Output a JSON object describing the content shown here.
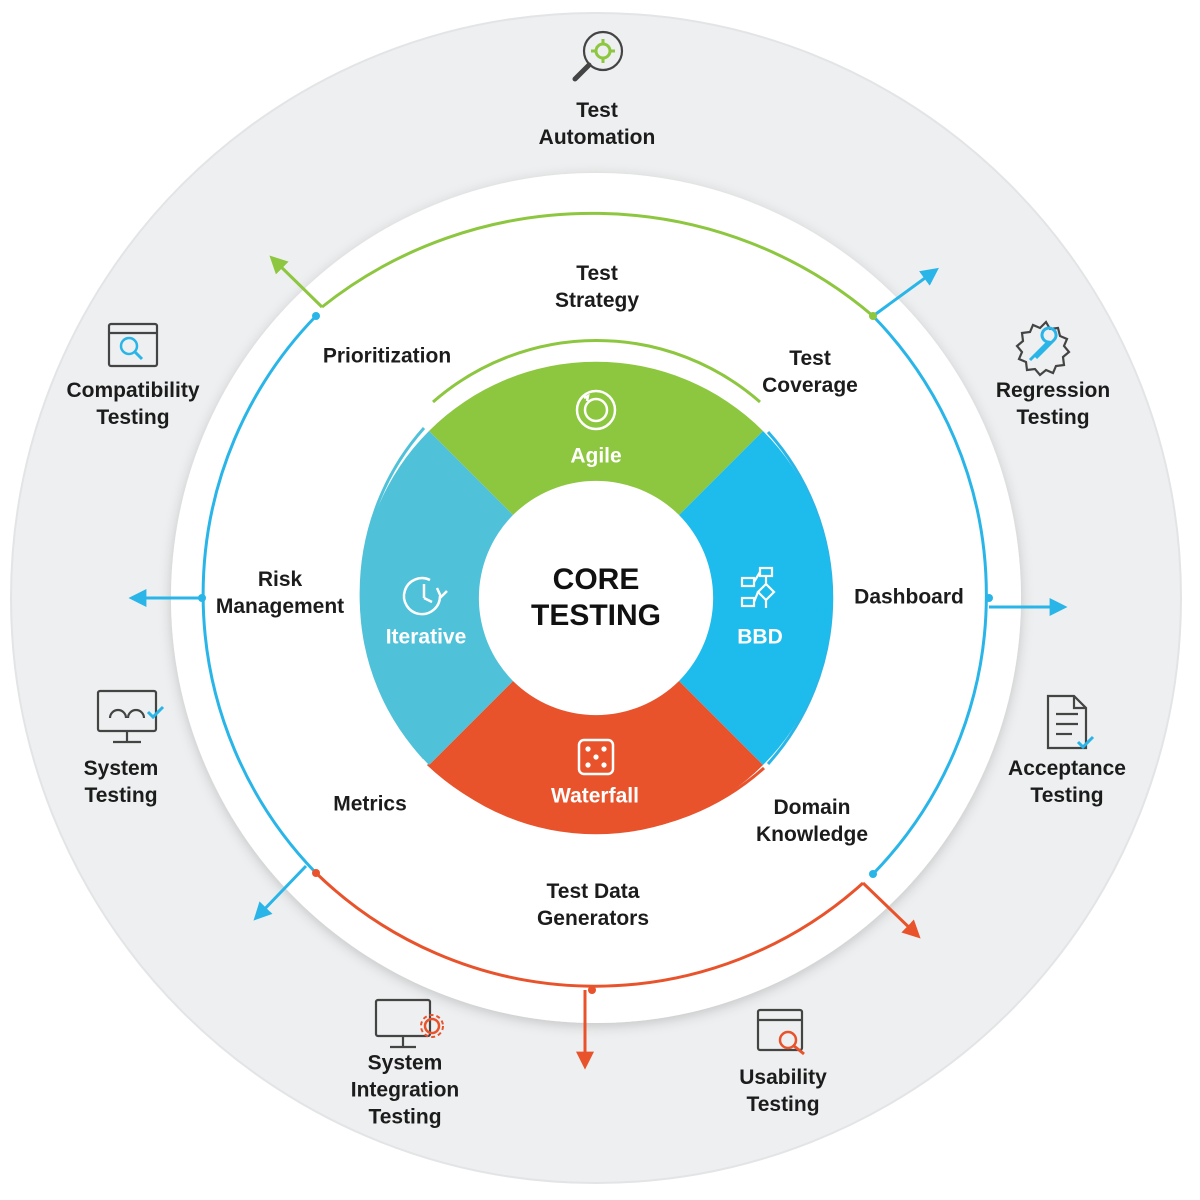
{
  "core": {
    "line1": "CORE",
    "line2": "TESTING"
  },
  "segments": {
    "agile": {
      "label": "Agile",
      "icon": "cycle-icon",
      "color": "#8DC63F"
    },
    "bbd": {
      "label": "BBD",
      "icon": "flowchart-icon",
      "color": "#1EBCEC"
    },
    "waterfall": {
      "label": "Waterfall",
      "icon": "dice-icon",
      "color": "#E8532C"
    },
    "iterative": {
      "label": "Iterative",
      "icon": "clock-icon",
      "color": "#4FC1D8"
    }
  },
  "middle_ring": {
    "test_strategy": [
      "Test",
      "Strategy"
    ],
    "test_coverage": [
      "Test",
      "Coverage"
    ],
    "dashboard": [
      "Dashboard"
    ],
    "domain_knowledge": [
      "Domain",
      "Knowledge"
    ],
    "test_data_generators": [
      "Test Data",
      "Generators"
    ],
    "metrics": [
      "Metrics"
    ],
    "risk_management": [
      "Risk",
      "Management"
    ],
    "prioritization": [
      "Prioritization"
    ]
  },
  "outer_ring": {
    "test_automation": {
      "lines": [
        "Test",
        "Automation"
      ],
      "icon": "magnifier-gear-icon"
    },
    "regression_testing": {
      "lines": [
        "Regression",
        "Testing"
      ],
      "icon": "gear-wrench-icon"
    },
    "acceptance_testing": {
      "lines": [
        "Acceptance",
        "Testing"
      ],
      "icon": "checklist-icon"
    },
    "usability_testing": {
      "lines": [
        "Usability",
        "Testing"
      ],
      "icon": "browser-search-icon"
    },
    "system_integration_testing": {
      "lines": [
        "System",
        "Integration",
        "Testing"
      ],
      "icon": "monitor-gear-icon"
    },
    "system_testing": {
      "lines": [
        "System",
        "Testing"
      ],
      "icon": "monitor-gauge-icon"
    },
    "compatibility_testing": {
      "lines": [
        "Compatibility",
        "Testing"
      ],
      "icon": "browser-magnifier-icon"
    }
  },
  "colors": {
    "green": "#8DC63F",
    "blue": "#29B5E8",
    "orange": "#E8532C",
    "outer_ring": "#EEEFF0"
  }
}
